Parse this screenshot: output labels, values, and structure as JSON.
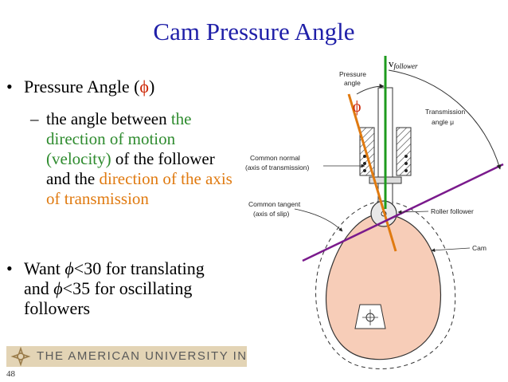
{
  "title": "Cam Pressure Angle",
  "bullets": {
    "b1_prefix": "Pressure Angle (",
    "b1_phi": "ϕ",
    "b1_suffix": ")",
    "sub_part1": "the angle between ",
    "sub_green": "the direction of motion (velocity)",
    "sub_part2": " of the follower and the ",
    "sub_orange": "direction of the axis of transmission",
    "b2_a": "Want ",
    "b2_phi1": "ϕ",
    "b2_b": "<30 for translating and ",
    "b2_phi2": "ϕ",
    "b2_c": "<35 for oscillating followers"
  },
  "diagram": {
    "label_pressure_angle_1": "Pressure",
    "label_pressure_angle_2": "angle",
    "phi_symbol": "ϕ",
    "v_main": "v",
    "v_sub": "follower",
    "label_transmission_1": "Transmission",
    "label_transmission_2": "angle μ",
    "label_common_normal_1": "Common normal",
    "label_common_normal_2": "(axis of transmission)",
    "label_common_tangent_1": "Common tangent",
    "label_common_tangent_2": "(axis of slip)",
    "label_roller": "Roller follower",
    "label_cam": "Cam"
  },
  "footer": {
    "banner_text": "THE AMERICAN UNIVERSITY IN CAIRO",
    "slide_number": "48"
  },
  "colors": {
    "title": "#1f1fa8",
    "green": "#2e8b2e",
    "orange": "#e07a10",
    "purple": "#7a1a8c",
    "cam_fill": "#f7cdb8"
  }
}
